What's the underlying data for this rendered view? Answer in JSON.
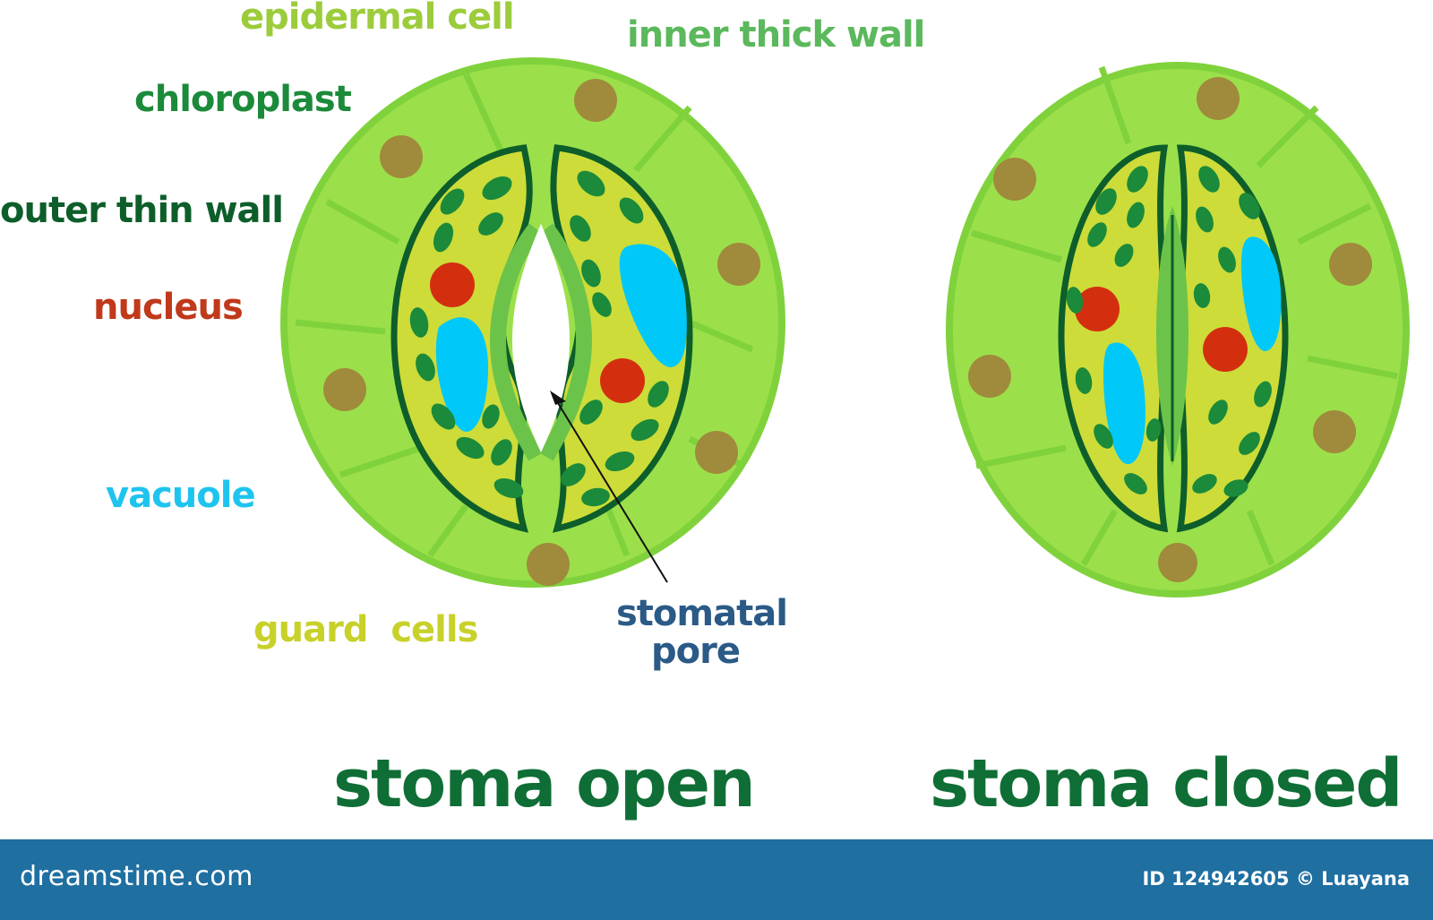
{
  "labels": {
    "epidermal_cell": "epidermal cell",
    "inner_thick_wall": "inner thick wall",
    "chloroplast": "chloroplast",
    "outer_thin_wall": "outer thin wall",
    "nucleus": "nucleus",
    "vacuole": "vacuole",
    "guard_cells": "guard  cells",
    "stomatal_pore_line1": "stomatal",
    "stomatal_pore_line2": "pore"
  },
  "titles": {
    "open": "stoma open",
    "closed": "stoma closed"
  },
  "footer": {
    "brand": "dreamstime.com",
    "id_text": "ID 124942605 © Luayana"
  },
  "colors": {
    "epidermal_fill": "#9be04a",
    "epidermal_stroke": "#7fd03a",
    "guard_fill": "#cddc39",
    "guard_wall": "#0d5e2a",
    "chloroplast": "#1b8a3a",
    "nucleus": "#d32f0f",
    "vacuole": "#00c8f8",
    "epidermal_nucleus": "#a08a3c",
    "label_epidermal": "#9ccc3c",
    "label_inner_wall": "#5cb85c",
    "label_chloroplast": "#1b8a3a",
    "label_outer_wall": "#0d5e2a",
    "label_nucleus": "#c0391b",
    "label_vacuole": "#1ec4ee",
    "label_guard": "#c8d12a",
    "label_pore": "#2b5a86",
    "title": "#0f6e35",
    "footer_bg": "#1f6fa1"
  }
}
